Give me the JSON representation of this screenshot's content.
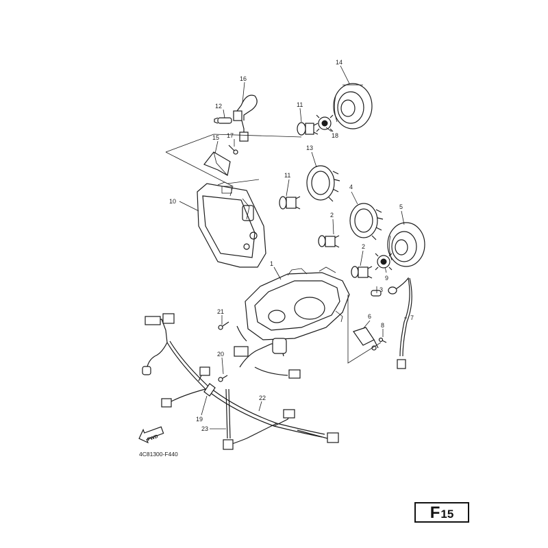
{
  "callouts": [
    {
      "id": "c1",
      "label": "1"
    },
    {
      "id": "c2a",
      "label": "2"
    },
    {
      "id": "c2b",
      "label": "2"
    },
    {
      "id": "c3",
      "label": "3"
    },
    {
      "id": "c4",
      "label": "4"
    },
    {
      "id": "c5",
      "label": "5"
    },
    {
      "id": "c6",
      "label": "6"
    },
    {
      "id": "c7",
      "label": "7"
    },
    {
      "id": "c8",
      "label": "8"
    },
    {
      "id": "c9",
      "label": "9"
    },
    {
      "id": "c10",
      "label": "10"
    },
    {
      "id": "c11a",
      "label": "11"
    },
    {
      "id": "c11b",
      "label": "11"
    },
    {
      "id": "c12",
      "label": "12"
    },
    {
      "id": "c13",
      "label": "13"
    },
    {
      "id": "c14",
      "label": "14"
    },
    {
      "id": "c15",
      "label": "15"
    },
    {
      "id": "c16",
      "label": "16"
    },
    {
      "id": "c17",
      "label": "17"
    },
    {
      "id": "c18",
      "label": "18"
    },
    {
      "id": "c19",
      "label": "19"
    },
    {
      "id": "c20",
      "label": "20"
    },
    {
      "id": "c21",
      "label": "21"
    },
    {
      "id": "c22",
      "label": "22"
    },
    {
      "id": "c23",
      "label": "23"
    }
  ],
  "diagram_code": "4C81300-F440",
  "fwd_label": "FWD",
  "page_tag": {
    "letter": "F",
    "number": "15"
  }
}
